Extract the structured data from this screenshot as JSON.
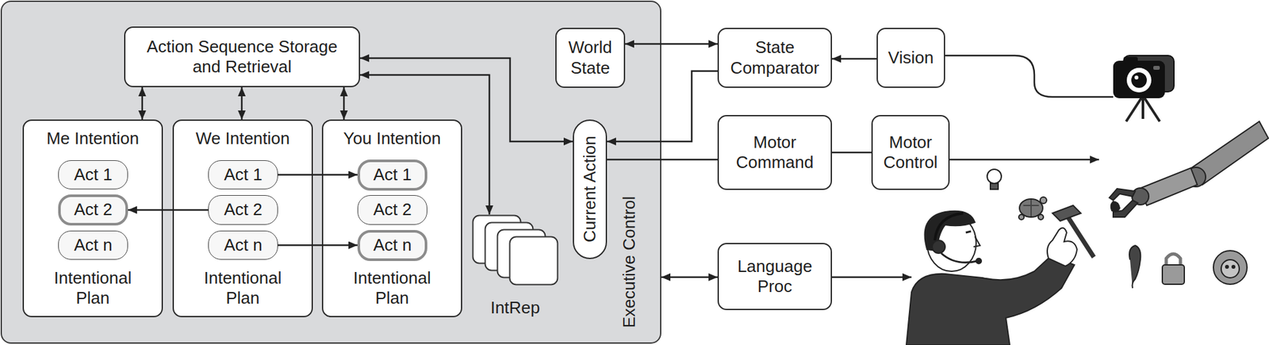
{
  "diagram": {
    "nodes": [
      {
        "text": [
          "Executive Control"
        ]
      },
      {
        "text": [
          "Action Sequence Storage and Retrieval"
        ],
        "in": 0
      },
      {
        "text": [
          "World State"
        ],
        "in": 0
      },
      {
        "text": [
          "Me Intention",
          "Intentional Plan"
        ],
        "in": 0
      },
      {
        "text": [
          "Act 1"
        ],
        "in": 3
      },
      {
        "text": [
          "Act 2"
        ],
        "in": 3
      },
      {
        "text": [
          "Act n"
        ],
        "in": 3
      },
      {
        "text": [
          "We Intention",
          "Intentional Plan"
        ],
        "in": 0
      },
      {
        "text": [
          "Act 1"
        ],
        "in": 7
      },
      {
        "text": [
          "Act 2"
        ],
        "in": 7
      },
      {
        "text": [
          "Act n"
        ],
        "in": 7
      },
      {
        "text": [
          "You Intention",
          "Intentional Plan"
        ],
        "in": 0
      },
      {
        "text": [
          "Act 1"
        ],
        "in": 11
      },
      {
        "text": [
          "Act 2"
        ],
        "in": 11
      },
      {
        "text": [
          "Act n"
        ],
        "in": 11
      },
      {
        "text": [
          "IntRep"
        ],
        "in": 0
      },
      {
        "text": [
          "Current Action"
        ],
        "in": 0
      },
      {
        "text": [
          "State Comparator"
        ]
      },
      {
        "text": [
          "Vision"
        ]
      },
      {
        "text": [
          "Motor Command"
        ]
      },
      {
        "text": [
          "Motor Control"
        ]
      },
      {
        "text": [
          "Language Proc"
        ]
      }
    ],
    "edges": [
      {
        "from": 1,
        "to": 3,
        "arrow": "both"
      },
      {
        "from": 1,
        "to": 7,
        "arrow": "both"
      },
      {
        "from": 1,
        "to": 11,
        "arrow": "both"
      },
      {
        "from": 8,
        "to": 12,
        "arrow": "to"
      },
      {
        "from": 9,
        "to": 5,
        "arrow": "to"
      },
      {
        "from": 10,
        "to": 14,
        "arrow": "to"
      },
      {
        "from": 1,
        "to": 16,
        "arrow": "both"
      },
      {
        "from": 1,
        "to": 15,
        "arrow": "both"
      },
      {
        "from": 2,
        "to": 17,
        "arrow": "both"
      },
      {
        "from": 18,
        "to": 17,
        "arrow": "to"
      },
      {
        "from": 17,
        "to": 16,
        "arrow": "to"
      },
      {
        "from": 16,
        "to": 19,
        "arrow": "none"
      },
      {
        "from": 19,
        "to": 20,
        "arrow": "none"
      },
      {
        "from": 21,
        "to": 0,
        "arrow": "both"
      }
    ]
  }
}
